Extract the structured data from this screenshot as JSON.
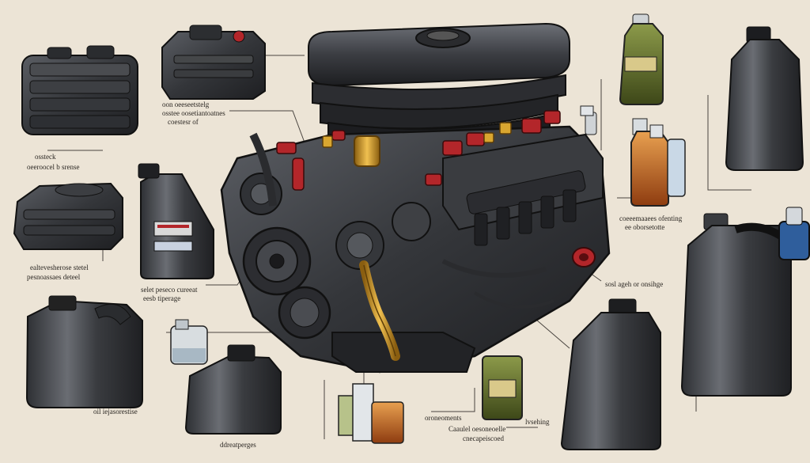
{
  "labels": {
    "top_left_a": "oon oeeseetstelg",
    "top_left_b": "osstee oosetiantoatnes",
    "top_left_c": "coestesr of",
    "left_a": "ossteck",
    "left_b": "oeeroocel b srense",
    "left_mid_a": "ealtevesherose stetel",
    "left_mid_b": "pesnoassaes deteel",
    "center_left_a": "selet peseco cureeat",
    "center_left_b": "eesb tiperage",
    "bottom_left": "oil iejasorestise",
    "bottom_center": "ddreatperges",
    "bottom_mid_a": "oroneoments",
    "bottom_mid_b": "Caaulel oesoneoelle",
    "bottom_mid_c": "cnecapeiscoed",
    "bottom_right_mid": "lvsehing",
    "right_a": "coeeemaaees ofenting",
    "right_b": "ee oborsetotte",
    "right_mid": "sosl ageh or onsihge"
  },
  "colors": {
    "background": "#ece4d6",
    "container": "#3a3c40",
    "engine_dark": "#2a2b2e",
    "accent_red": "#b3262a",
    "accent_gold": "#d9a630",
    "oil_amber": "#c9661e",
    "oil_green": "#5e6b2a"
  }
}
